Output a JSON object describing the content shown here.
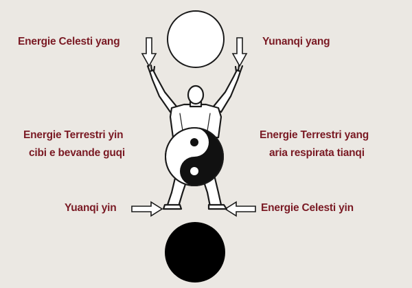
{
  "colors": {
    "background": "#ebe8e3",
    "label_text": "#7a1a24",
    "yang_circle": "#ffffff",
    "yin_circle": "#000000",
    "outline": "#1a1a1a"
  },
  "labels": {
    "top_left": "Energie Celesti yang",
    "top_right": "Yunanqi yang",
    "mid_left_line1": "Energie Terrestri yin",
    "mid_left_line2": "cibi e bevande guqi",
    "mid_right_line1": "Energie Terrestri yang",
    "mid_right_line2": "aria respirata tianqi",
    "bottom_left": "Yuanqi yin",
    "bottom_right": "Energie Celesti yin"
  },
  "icons": {
    "top_circle": "white-yang-circle",
    "bottom_circle": "black-yin-circle",
    "center_symbol": "yin-yang-icon",
    "figure": "qigong-figure",
    "arrows": "outline-arrow-icon"
  }
}
